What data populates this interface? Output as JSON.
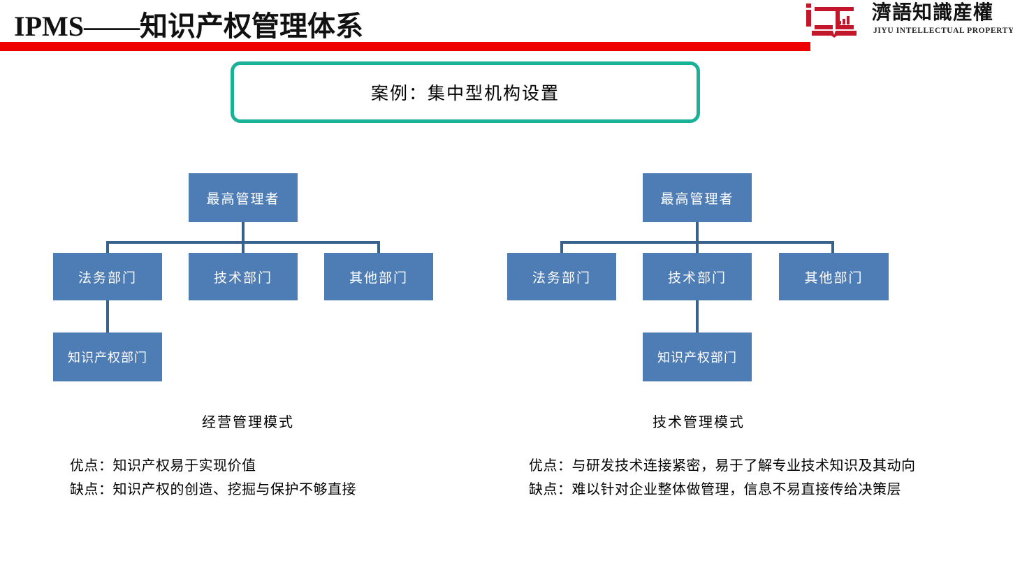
{
  "header": {
    "title": "IPMS——知识产权管理体系",
    "rule_color": "#ee0000"
  },
  "logo": {
    "icon": "open-book-bar-chart-logo",
    "text_cn": "濟語知識産權",
    "text_en": "JIYU INTELLECTUAL PROPERTY",
    "color": "#c4162b"
  },
  "banner": {
    "text": "案例：集中型机构设置",
    "border_color": "#1bb198"
  },
  "palette": {
    "node_fill": "#4e7cb5",
    "connector": "#38618c",
    "node_text": "#ffffff"
  },
  "charts": [
    {
      "id": "business-management-model",
      "caption": "经营管理模式",
      "nodes": {
        "top": "最高管理者",
        "legal": "法务部门",
        "tech": "技术部门",
        "other": "其他部门",
        "ip": "知识产权部门"
      },
      "ip_parent": "法务部门",
      "notes": [
        "优点：知识产权易于实现价值",
        "缺点：知识产权的创造、挖掘与保护不够直接"
      ]
    },
    {
      "id": "technology-management-model",
      "caption": "技术管理模式",
      "nodes": {
        "top": "最高管理者",
        "legal": "法务部门",
        "tech": "技术部门",
        "other": "其他部门",
        "ip": "知识产权部门"
      },
      "ip_parent": "技术部门",
      "notes": [
        "优点：与研发技术连接紧密，易于了解专业技术知识及其动向",
        "缺点：难以针对企业整体做管理，信息不易直接传给决策层"
      ]
    }
  ]
}
